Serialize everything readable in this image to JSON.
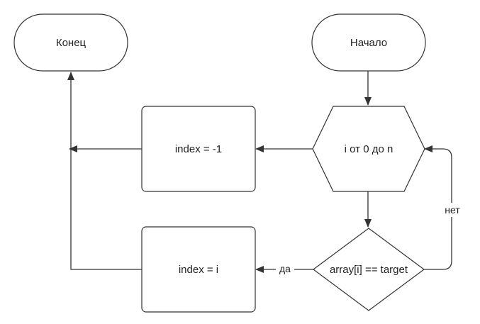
{
  "nodes": {
    "end": {
      "label": "Конец"
    },
    "start": {
      "label": "Начало"
    },
    "loop": {
      "label": "i от 0 до n"
    },
    "not_found": {
      "label": "index = -1"
    },
    "condition": {
      "label": "array[i] == target"
    },
    "found": {
      "label": "index = i"
    }
  },
  "edges": {
    "yes_label": "да",
    "no_label": "нет"
  }
}
